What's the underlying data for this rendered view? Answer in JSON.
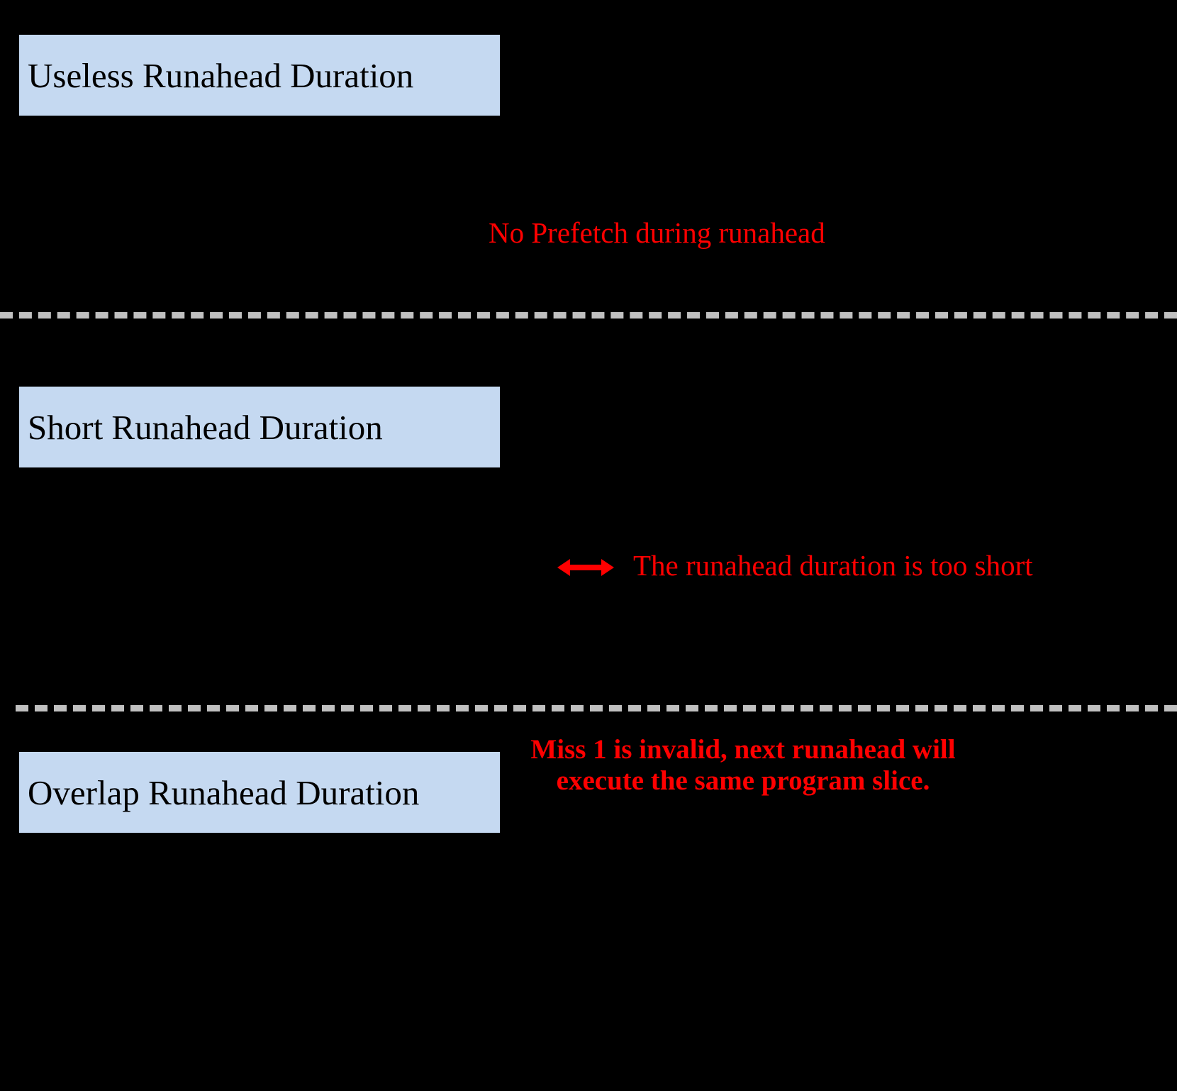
{
  "figure": {
    "background_color": "#000000",
    "box_fill_color": "#c5d9f1",
    "annotation_color": "#ff0000",
    "divider_color": "#c0c0c0",
    "box_text_color": "#000000"
  },
  "sections": [
    {
      "id": "useless",
      "box_label": "Useless Runahead Duration",
      "annotation": "No Prefetch during runahead"
    },
    {
      "id": "short",
      "box_label": "Short Runahead Duration",
      "annotation": "The runahead duration is too short",
      "arrow_icon": "double-headed-arrow-icon"
    },
    {
      "id": "overlap",
      "box_label": "Overlap Runahead Duration",
      "annotation_line_1": "Miss 1 is invalid, next runahead will",
      "annotation_line_2": "execute the same program slice."
    }
  ]
}
